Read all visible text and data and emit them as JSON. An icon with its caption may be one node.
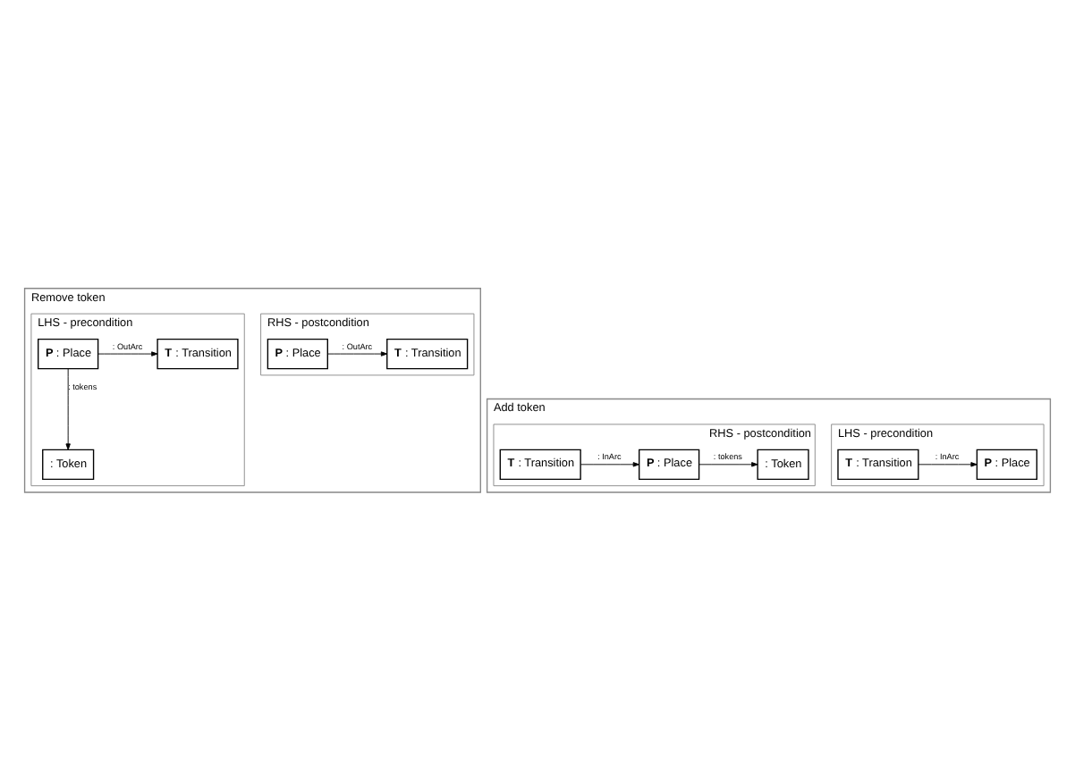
{
  "diagram": {
    "nodes": [
      {
        "text": [
          "Remove token"
        ]
      },
      {
        "text": [
          "LHS - precondition"
        ],
        "in": 0
      },
      {
        "text": [
          "**P** : Place"
        ],
        "in": 1
      },
      {
        "text": [
          "**T** : Transition"
        ],
        "in": 1
      },
      {
        "text": [
          ": Token"
        ],
        "in": 1
      },
      {
        "text": [
          "RHS - postcondition"
        ],
        "in": 0
      },
      {
        "text": [
          "**P** : Place"
        ],
        "in": 5
      },
      {
        "text": [
          "**T** : Transition"
        ],
        "in": 5
      },
      {
        "text": [
          "Add token"
        ]
      },
      {
        "text": [
          "LHS - precondition"
        ],
        "in": 8
      },
      {
        "text": [
          "**T** : Transition"
        ],
        "in": 9
      },
      {
        "text": [
          "**P** : Place"
        ],
        "in": 9
      },
      {
        "text": [
          "RHS - postcondition"
        ],
        "in": 8
      },
      {
        "text": [
          "**T** : Transition"
        ],
        "in": 12
      },
      {
        "text": [
          "**P** : Place"
        ],
        "in": 12
      },
      {
        "text": [
          ": Token"
        ],
        "in": 12
      }
    ],
    "edges": [
      {
        "from": 2,
        "to": 3,
        "arrow": "to",
        "label": ": OutArc"
      },
      {
        "from": 2,
        "to": 4,
        "arrow": "to",
        "label": ": tokens"
      },
      {
        "from": 6,
        "to": 7,
        "arrow": "to",
        "label": ": OutArc"
      },
      {
        "from": 10,
        "to": 11,
        "arrow": "to",
        "label": ": InArc"
      },
      {
        "from": 13,
        "to": 14,
        "arrow": "to",
        "label": ": InArc"
      },
      {
        "from": 14,
        "to": 15,
        "arrow": "to",
        "label": ": tokens"
      }
    ]
  }
}
